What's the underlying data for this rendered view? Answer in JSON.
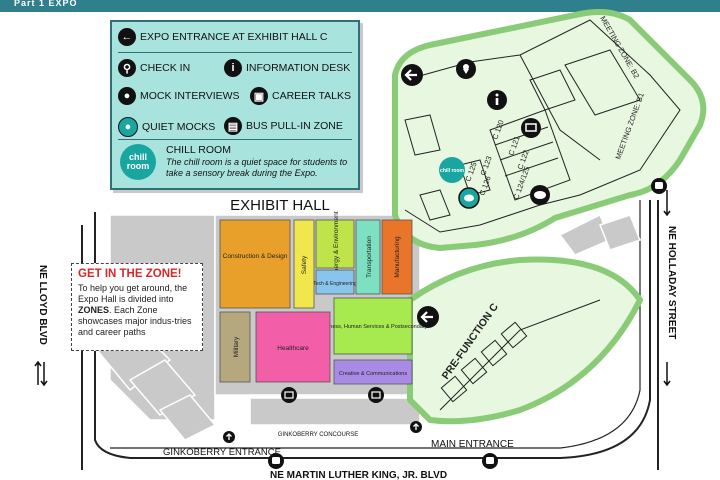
{
  "header": {
    "label": "Part 1 EXPO"
  },
  "legend": {
    "entrance": "EXPO ENTRANCE AT EXHIBIT HALL C",
    "check_in": "CHECK IN",
    "information_desk": "INFORMATION DESK",
    "mock_interviews": "MOCK INTERVIEWS",
    "career_talks": "CAREER TALKS",
    "quiet_mocks": "QUIET MOCKS",
    "bus_zone": "BUS PULL-IN ZONE",
    "chill_title": "CHILL ROOM",
    "chill_desc": "The chill room is a quiet space for students to take a sensory break during the Expo.",
    "chill_badge": "chill room"
  },
  "zone_info": {
    "title": "GET IN THE ZONE!",
    "text_before": "To help you get around, the Expo Hall is divided into ",
    "text_bold": "ZONES",
    "text_after": ". Each Zone showcases major indus-tries and career paths"
  },
  "map": {
    "exhibit_hall": "EXHIBIT HALL",
    "zones": {
      "construction": "Construction & Design",
      "safety": "Safety",
      "energy": "Energy & Environment",
      "tech": "Tech & Engineering",
      "transportation": "Transportation",
      "manufacturing": "Manufacturing",
      "business": "Business, Human Services & Postsecondary",
      "military": "Military",
      "healthcare": "Healthcare",
      "creative": "Creative & Communications"
    },
    "rooms": {
      "c120": "C 120",
      "c121": "C 121",
      "c122": "C 122",
      "c123": "C 123",
      "c124": "C 124/125",
      "c125": "C 125",
      "c126": "C 126",
      "meeting_b1": "MEETING ZONE: B1",
      "meeting_b2": "MEETING ZONE: B2"
    },
    "streets": {
      "lloyd": "NE LLOYD BLVD",
      "holladay": "NE HOLLADAY STREET",
      "mlk": "NE MARTIN LUTHER KING, JR. BLVD"
    },
    "labels": {
      "prefunction": "PRE-FUNCTION C",
      "concourse": "GINKOBERRY CONCOURSE",
      "main_entrance": "MAIN ENTRANCE",
      "ginkoberry_entrance": "GINKOBERRY ENTRANCE",
      "chill_badge": "chill room"
    }
  },
  "colors": {
    "header_teal": "#2f7f8c",
    "legend_bg": "#a9e3dd",
    "highlight_green": "#e8f7df",
    "highlight_border": "#8acb78",
    "building_gray": "#c9c9c9",
    "construction": "#e8a02a",
    "safety": "#f2e64d",
    "energy": "#bfe44a",
    "tech": "#88c4ec",
    "transportation": "#7de0c1",
    "manufacturing": "#e8752a",
    "business": "#a6ea4f",
    "military": "#b5a77e",
    "healthcare": "#f25ea8",
    "creative": "#a98be6",
    "chill": "#19a6a0"
  }
}
